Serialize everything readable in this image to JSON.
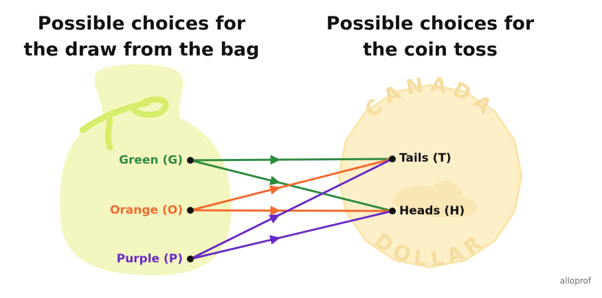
{
  "headings": {
    "left": [
      "Possible choices for",
      "the draw from the bag"
    ],
    "right": [
      "Possible choices for",
      "the coin toss"
    ]
  },
  "bag_choices": [
    {
      "label": "Green (G)",
      "color": "#2e8b3e"
    },
    {
      "label": "Orange (O)",
      "color": "#f26a2e"
    },
    {
      "label": "Purple (P)",
      "color": "#6a2bc4"
    }
  ],
  "coin_choices": [
    {
      "label": "Tails (T)"
    },
    {
      "label": "Heads (H)"
    }
  ],
  "coin": {
    "top_text": "CANADA",
    "bottom_text": "DOLLAR"
  },
  "brand": "alloprof",
  "colors": {
    "bag": "#f4f6c0",
    "bag_tie": "#d6ec6a",
    "coin": "#fdf0c9",
    "coin_border": "#fae5a8",
    "dot": "#111111"
  }
}
